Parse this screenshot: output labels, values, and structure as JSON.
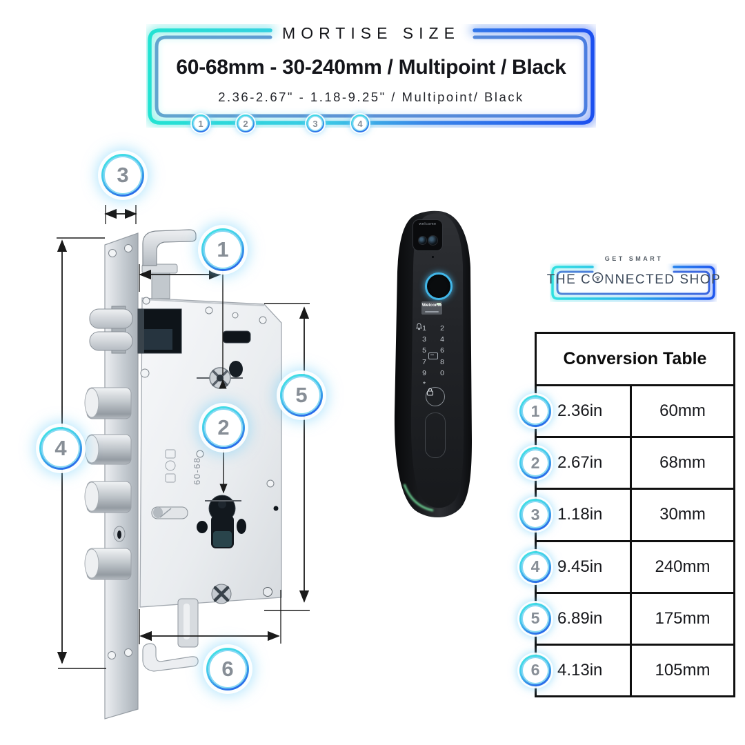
{
  "banner": {
    "kicker": "MORTISE SIZE",
    "title": "60-68mm - 30-240mm / Multipoint / Black",
    "subtitle": "2.36-2.67\" - 1.18-9.25\" / Multipoint/ Black",
    "markers": [
      "1",
      "2",
      "3",
      "4"
    ]
  },
  "diagram": {
    "marking": "60-68",
    "callouts": [
      {
        "label": "3"
      },
      {
        "label": "1"
      },
      {
        "label": "5"
      },
      {
        "label": "2"
      },
      {
        "label": "4"
      },
      {
        "label": "6"
      }
    ]
  },
  "device": {
    "camera_label": "welcome",
    "screen_title": "Welcome",
    "keys": [
      [
        "1",
        "2"
      ],
      [
        "3",
        "4"
      ],
      [
        "5",
        "6"
      ],
      [
        "7",
        "8"
      ],
      [
        "9",
        "0"
      ]
    ],
    "star_key": "*"
  },
  "logo": {
    "tagline": "GET SMART",
    "name_prefix": "THE C",
    "name_suffix": "NNECTED SHOP"
  },
  "conversion_table": {
    "title": "Conversion Table",
    "rows": [
      {
        "num": "1",
        "inches": "2.36in",
        "mm": "60mm"
      },
      {
        "num": "2",
        "inches": "2.67in",
        "mm": "68mm"
      },
      {
        "num": "3",
        "inches": "1.18in",
        "mm": "30mm"
      },
      {
        "num": "4",
        "inches": "9.45in",
        "mm": "240mm"
      },
      {
        "num": "5",
        "inches": "6.89in",
        "mm": "175mm"
      },
      {
        "num": "6",
        "inches": "4.13in",
        "mm": "105mm"
      }
    ]
  },
  "colors": {
    "accent_cyan": "#25e2d6",
    "accent_blue": "#1d55ee",
    "frame_inner_blue": "#5b91d6",
    "table_border": "#101010",
    "badge_number_gray": "#878e96",
    "fingerprint_ring": "#41b6e8"
  }
}
